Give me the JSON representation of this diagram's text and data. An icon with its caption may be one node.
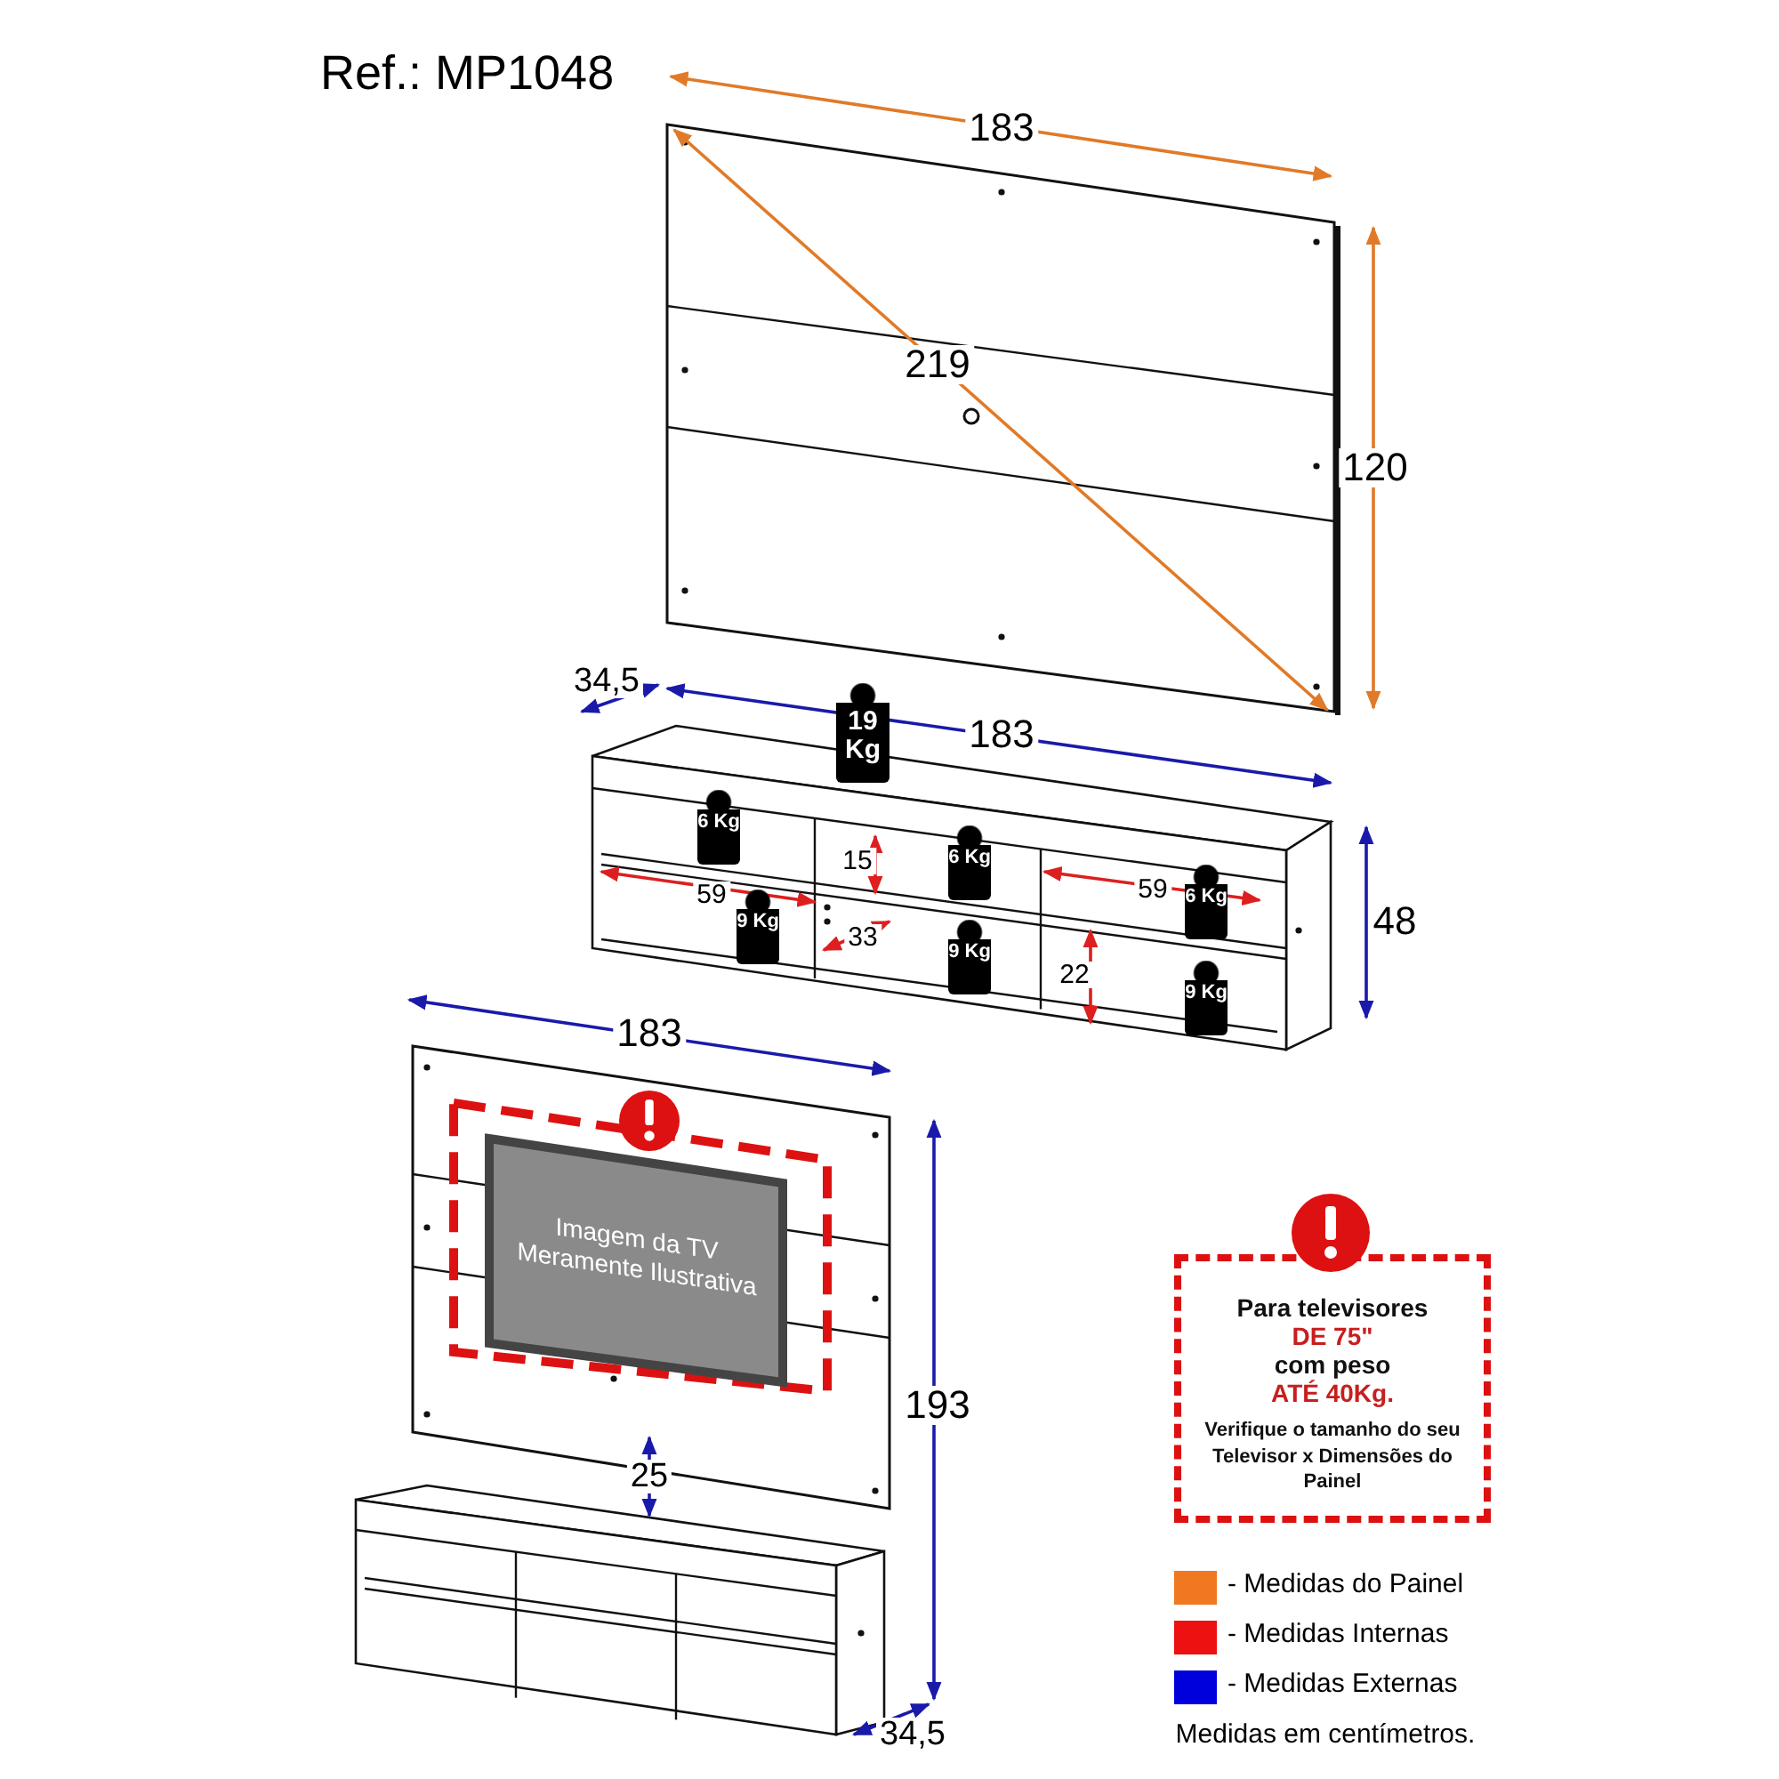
{
  "diagram": {
    "title": "Ref.: MP1048",
    "nodes": [
      {
        "text": [
          "19 Kg"
        ]
      },
      {
        "text": [
          "6 Kg"
        ]
      },
      {
        "text": [
          "6 Kg"
        ]
      },
      {
        "text": [
          "6 Kg"
        ]
      },
      {
        "text": [
          "9 Kg"
        ]
      },
      {
        "text": [
          "9 Kg"
        ]
      },
      {
        "text": [
          "9 Kg"
        ]
      },
      {
        "text": [
          "Imagem da TV Meramente Ilustrativa"
        ]
      },
      {
        "text": [
          "Para televisores",
          "DE 75\"",
          "com peso",
          "ATÉ 40Kg.",
          "Verifique o tamanho do seu Televisor x Dimensões do Painel"
        ]
      }
    ],
    "edges": [],
    "labels": [
      "183",
      "219",
      "120",
      "34,5",
      "183",
      "15",
      "59",
      "33",
      "59",
      "22",
      "48",
      "183",
      "193",
      "25",
      "34,5",
      "Medidas em centímetros."
    ],
    "legend": [
      {
        "text": "- Medidas do Painel",
        "color": "#f07820"
      },
      {
        "text": "- Medidas Internas",
        "color": "#ee1111"
      },
      {
        "text": "- Medidas Externas",
        "color": "#0000dd"
      }
    ]
  }
}
